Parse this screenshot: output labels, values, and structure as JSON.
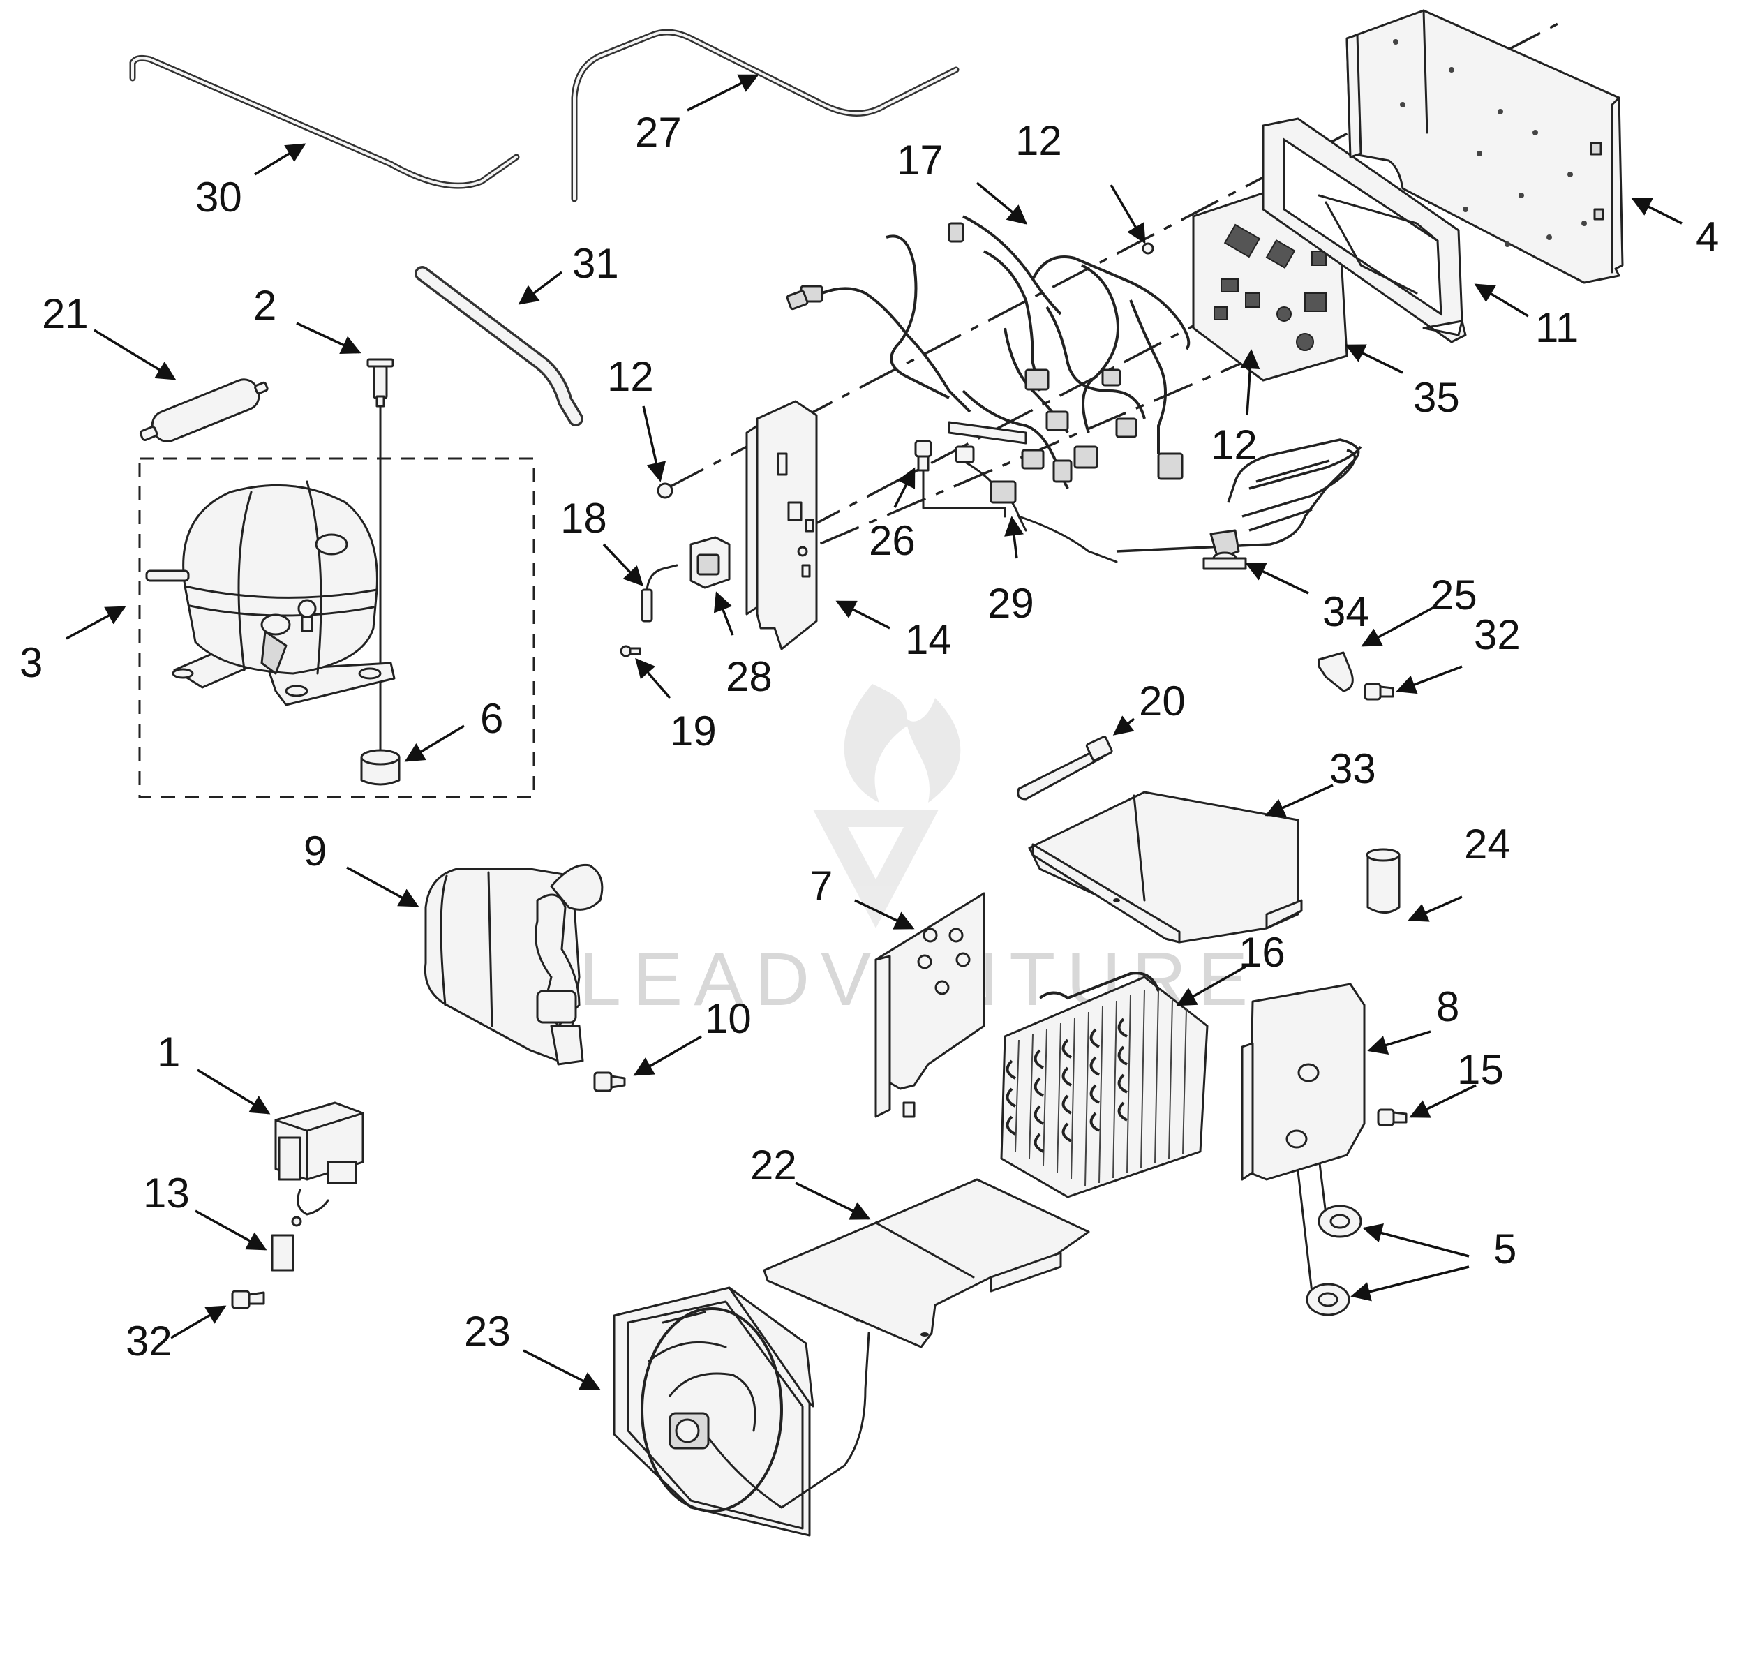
{
  "watermark": {
    "text": "LEADVENTURE"
  },
  "callouts": {
    "c1": "1",
    "c2": "2",
    "c3": "3",
    "c4": "4",
    "c5": "5",
    "c6": "6",
    "c7": "7",
    "c8": "8",
    "c9": "9",
    "c10": "10",
    "c11": "11",
    "c12a": "12",
    "c12b": "12",
    "c12c": "12",
    "c13": "13",
    "c14": "14",
    "c15": "15",
    "c16": "16",
    "c17": "17",
    "c18": "18",
    "c19": "19",
    "c20": "20",
    "c21": "21",
    "c22": "22",
    "c23": "23",
    "c24": "24",
    "c25": "25",
    "c26": "26",
    "c27": "27",
    "c28": "28",
    "c29": "29",
    "c30": "30",
    "c31": "31",
    "c32a": "32",
    "c32b": "32",
    "c33": "33",
    "c34": "34",
    "c35": "35"
  }
}
